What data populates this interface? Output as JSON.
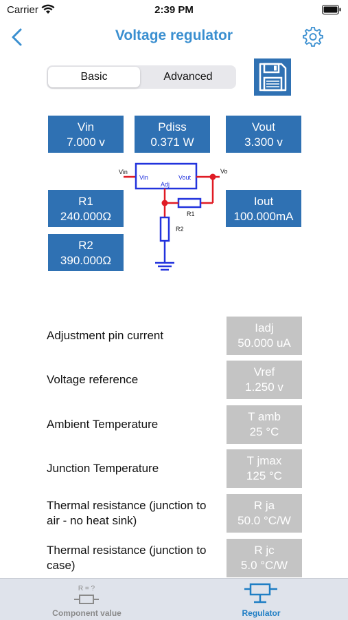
{
  "status_bar": {
    "carrier": "Carrier",
    "time": "2:39 PM"
  },
  "nav": {
    "title": "Voltage regulator"
  },
  "segments": {
    "basic": "Basic",
    "advanced": "Advanced",
    "selected": "Basic"
  },
  "boxes": {
    "vin": {
      "label": "Vin",
      "value": "7.000 v"
    },
    "pdiss": {
      "label": "Pdiss",
      "value": "0.371 W"
    },
    "vout": {
      "label": "Vout",
      "value": "3.300 v"
    },
    "r1": {
      "label": "R1",
      "value": "240.000Ω"
    },
    "iout": {
      "label": "Iout",
      "value": "100.000mA"
    },
    "r2": {
      "label": "R2",
      "value": "390.000Ω"
    }
  },
  "circuit": {
    "vin_pin": "Vin",
    "vo_pin": "Vo",
    "chip_vin": "Vin",
    "chip_vout": "Vout",
    "chip_adj": "Adj",
    "r1": "R1",
    "r2": "R2"
  },
  "params": [
    {
      "label": "Adjustment pin current",
      "box_label": "Iadj",
      "box_value": "50.000 uA"
    },
    {
      "label": "Voltage reference",
      "box_label": "Vref",
      "box_value": "1.250 v"
    },
    {
      "label": "Ambient Temperature",
      "box_label": "T amb",
      "box_value": "25 °C"
    },
    {
      "label": "Junction Temperature",
      "box_label": "T jmax",
      "box_value": "125 °C"
    },
    {
      "label": "Thermal resistance (junction to air - no heat sink)",
      "box_label": "R ja",
      "box_value": "50.0 °C/W"
    },
    {
      "label": "Thermal resistance (junction to case)",
      "box_label": "R jc",
      "box_value": "5.0 °C/W"
    }
  ],
  "tabs": {
    "component_value": {
      "label": "Component value",
      "icon_text": "R = ?"
    },
    "regulator": {
      "label": "Regulator"
    }
  },
  "colors": {
    "accent": "#3a8fd0",
    "box_blue": "#2f71b3",
    "box_gray": "#c4c4c4",
    "tab_active": "#1f7ec4",
    "tab_inactive": "#8a8a8a",
    "circuit_red": "#e01b24",
    "circuit_blue": "#2233dd"
  }
}
